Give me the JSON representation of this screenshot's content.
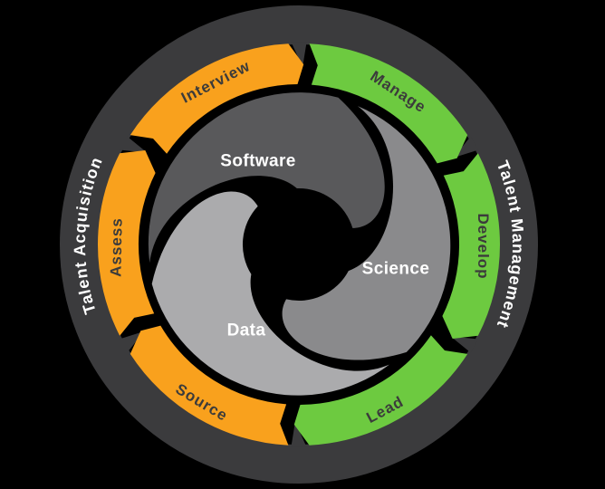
{
  "colors": {
    "background": "#000000",
    "ring": "#3B3B3D",
    "acquisition_orange": "#F9A11D",
    "management_green": "#6DCA40",
    "segment_text": "#3B3B3B",
    "light_text": "#FFFFFF",
    "blade_software": "#59595B",
    "blade_science": "#8A8A8C",
    "blade_data": "#ABABAD"
  },
  "outer_ring": {
    "left_label": "Talent Acquisition",
    "right_label": "Talent Management"
  },
  "segments": [
    {
      "label": "Interview",
      "group": "Talent Acquisition"
    },
    {
      "label": "Manage",
      "group": "Talent Management"
    },
    {
      "label": "Develop",
      "group": "Talent Management"
    },
    {
      "label": "Lead",
      "group": "Talent Management"
    },
    {
      "label": "Source",
      "group": "Talent Acquisition"
    },
    {
      "label": "Assess",
      "group": "Talent Acquisition"
    }
  ],
  "center_spiral": {
    "blades": [
      {
        "label": "Software"
      },
      {
        "label": "Science"
      },
      {
        "label": "Data"
      }
    ]
  }
}
